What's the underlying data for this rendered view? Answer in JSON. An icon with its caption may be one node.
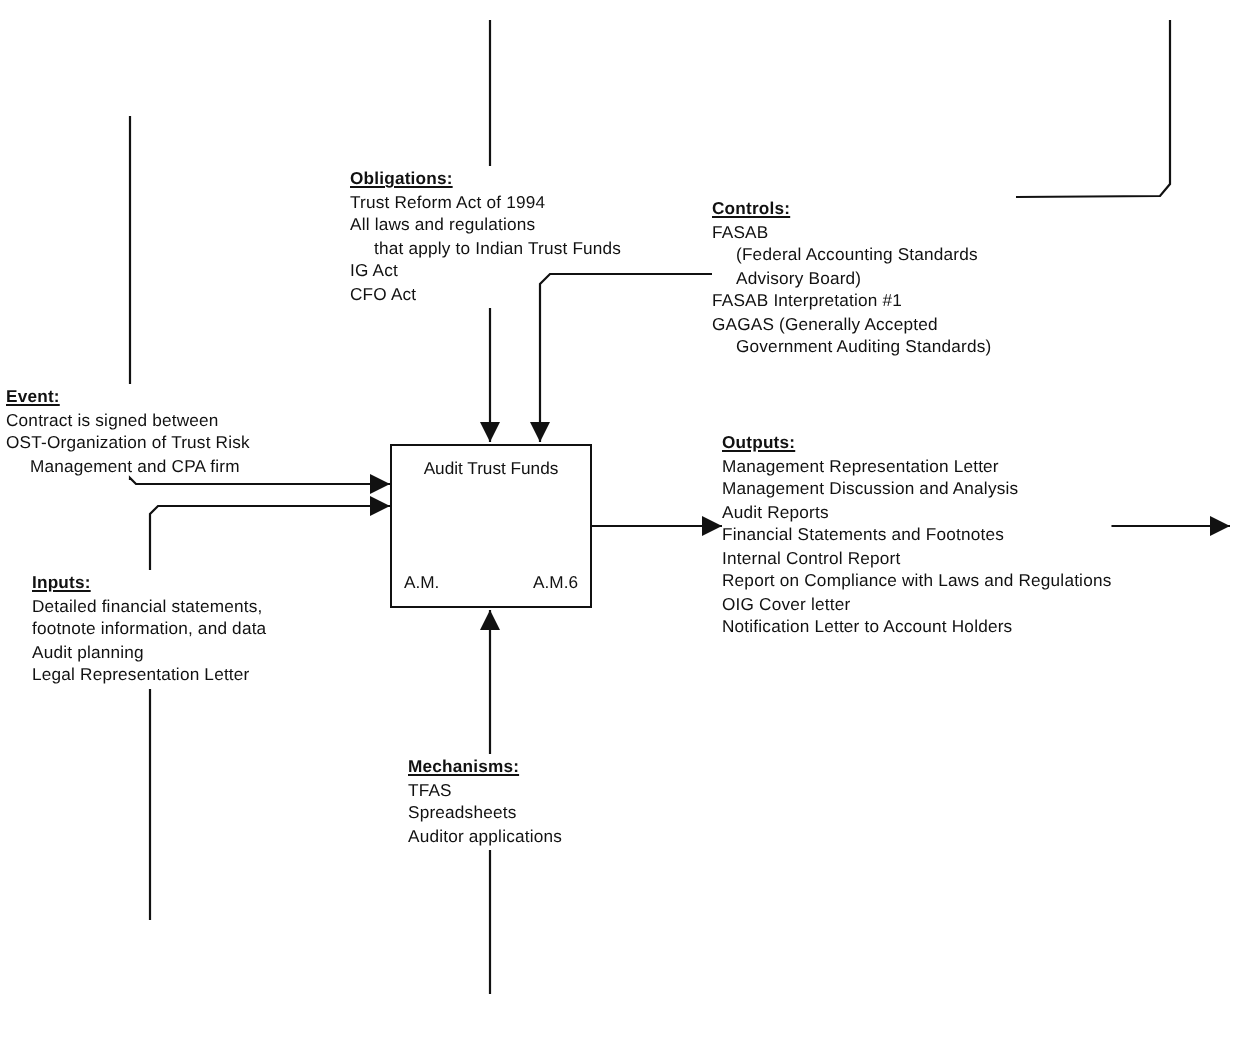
{
  "diagram": {
    "nodes": [
      {
        "text": [
          "Obligations:",
          "Trust Reform Act of 1994",
          "All laws and regulations",
          "that apply to Indian Trust Funds",
          "IG Act",
          "CFO Act"
        ]
      },
      {
        "text": [
          "Controls:",
          "FASAB",
          "(Federal Accounting Standards Advisory Board)",
          "FASAB Interpretation #1",
          "GAGAS (Generally Accepted",
          "Government Auditing Standards)"
        ]
      },
      {
        "text": [
          "Event:",
          "Contract is signed between",
          "OST-Organization of Trust Risk",
          "Management and CPA firm"
        ]
      },
      {
        "text": [
          "Audit Trust Funds",
          "A.M.",
          "A.M.6"
        ]
      },
      {
        "text": [
          "Outputs:",
          "Management Representation Letter",
          "Management Discussion and Analysis",
          "Audit Reports",
          "Financial Statements and Footnotes",
          "Internal Control Report",
          "Report on Compliance with Laws and Regulations",
          "OIG Cover letter",
          "Notification Letter to Account Holders"
        ]
      },
      {
        "text": [
          "Inputs:",
          "Detailed financial statements, footnote information, and data",
          "Audit planning",
          "Legal Representation Letter"
        ]
      },
      {
        "text": [
          "Mechanisms:",
          "TFAS",
          "Spreadsheets",
          "Auditor applications"
        ]
      }
    ],
    "edges": [
      {
        "from": null,
        "to": 0,
        "arrow": "none"
      },
      {
        "from": 0,
        "to": 3,
        "arrow": "to"
      },
      {
        "from": null,
        "to": 1,
        "arrow": "none"
      },
      {
        "from": 1,
        "to": 3,
        "arrow": "to"
      },
      {
        "from": null,
        "to": 2,
        "arrow": "none"
      },
      {
        "from": 2,
        "to": 3,
        "arrow": "to"
      },
      {
        "from": 5,
        "to": 3,
        "arrow": "to"
      },
      {
        "from": null,
        "to": 5,
        "arrow": "none"
      },
      {
        "from": 3,
        "to": 4,
        "arrow": "to"
      },
      {
        "from": 4,
        "to": null,
        "arrow": "to"
      },
      {
        "from": 6,
        "to": 3,
        "arrow": "to"
      },
      {
        "from": null,
        "to": 6,
        "arrow": "none"
      }
    ]
  }
}
